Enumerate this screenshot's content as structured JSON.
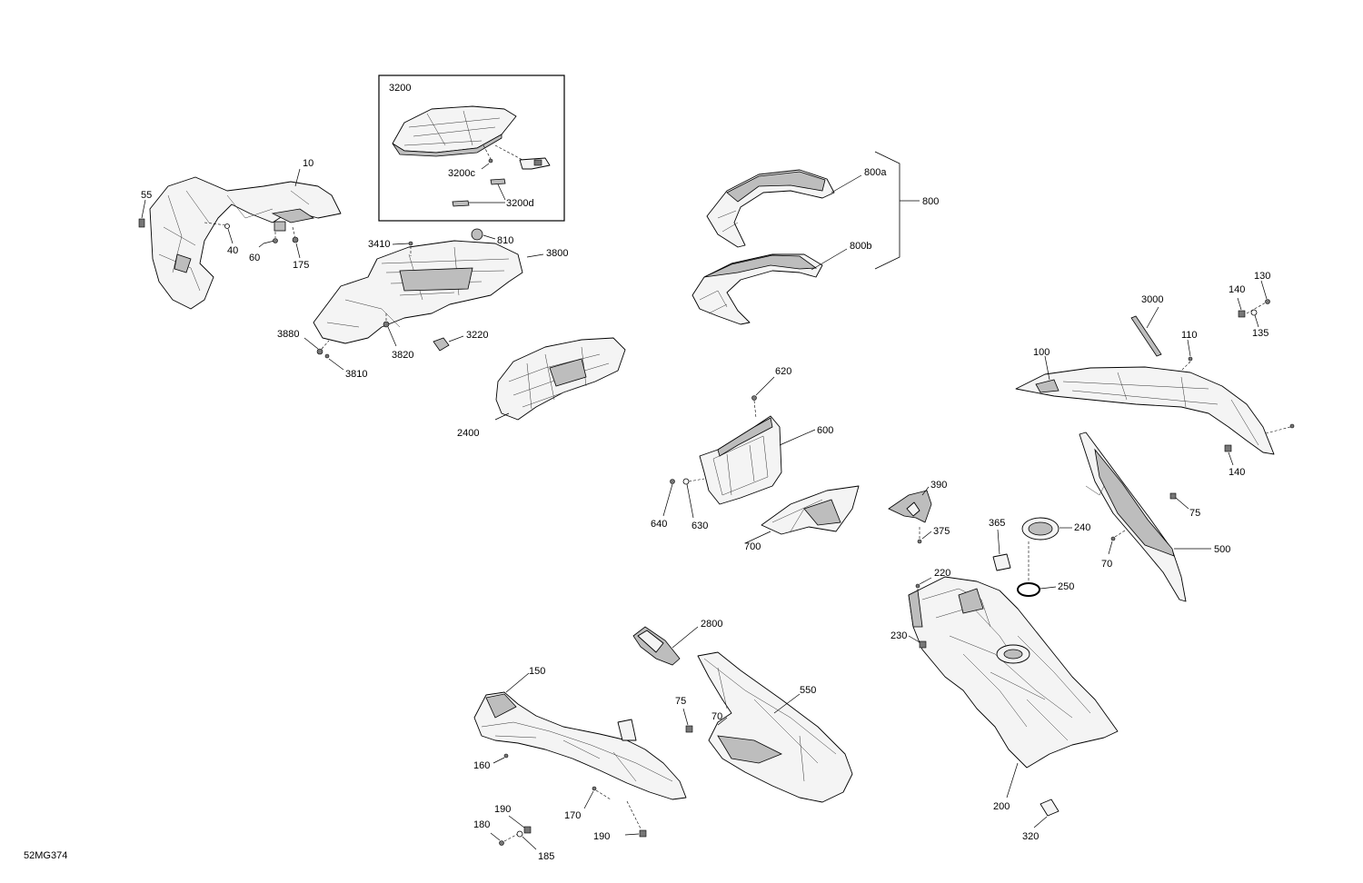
{
  "document_id": "52MG374",
  "callouts": {
    "c10": "10",
    "c55": "55",
    "c40": "40",
    "c60": "60",
    "c175": "175",
    "c3200": "3200",
    "c3200c": "3200c",
    "c3200d": "3200d",
    "c3410": "3410",
    "c810": "810",
    "c3800": "3800",
    "c3880": "3880",
    "c3820": "3820",
    "c3220": "3220",
    "c3810": "3810",
    "c2400": "2400",
    "c800": "800",
    "c800a": "800a",
    "c800b": "800b",
    "c620": "620",
    "c600": "600",
    "c640": "640",
    "c630": "630",
    "c700": "700",
    "c3000": "3000",
    "c130": "130",
    "c140a": "140",
    "c135": "135",
    "c110": "110",
    "c100": "100",
    "c140b": "140",
    "c390": "390",
    "c375": "375",
    "c365": "365",
    "c240": "240",
    "c75a": "75",
    "c70a": "70",
    "c500": "500",
    "c220": "220",
    "c250": "250",
    "c230": "230",
    "c2800": "2800",
    "c150": "150",
    "c550": "550",
    "c75b": "75",
    "c70b": "70",
    "c160": "160",
    "c170": "170",
    "c190a": "190",
    "c180": "180",
    "c185": "185",
    "c190b": "190",
    "c200": "200",
    "c320": "320"
  }
}
